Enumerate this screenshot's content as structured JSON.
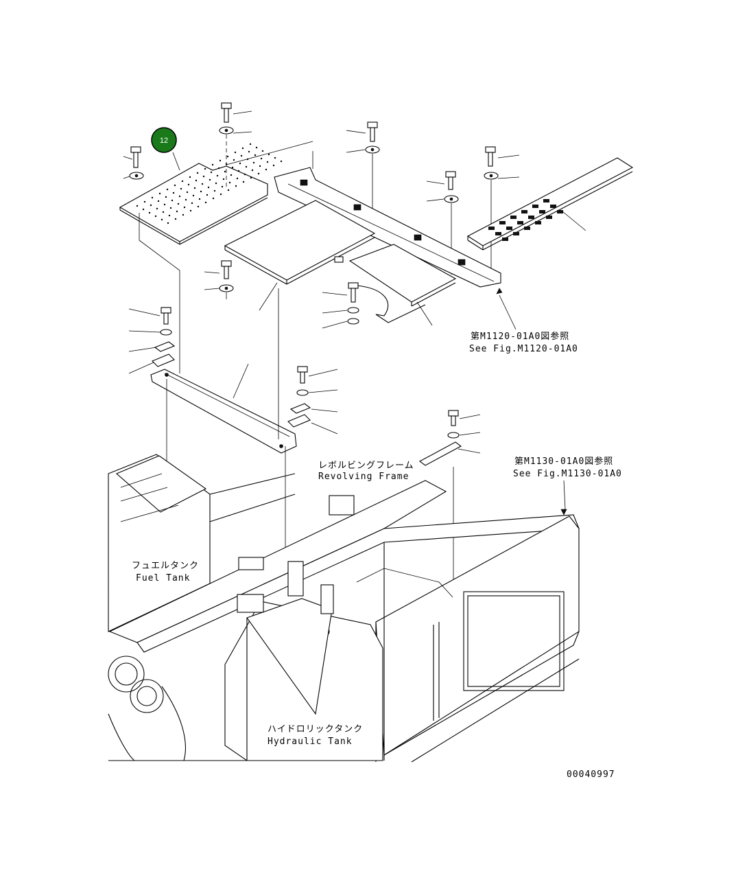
{
  "callout": {
    "number": "12",
    "color": "#1a7a1a"
  },
  "refs": {
    "ref1_jp": "第M1120-01A0図参照",
    "ref1_en": "See Fig.M1120-01A0",
    "ref2_jp": "第M1130-01A0図参照",
    "ref2_en": "See Fig.M1130-01A0"
  },
  "labels": {
    "revolving_frame_jp": "レボルビングフレーム",
    "revolving_frame_en": "Revolving Frame",
    "fuel_tank_jp": "フュエルタンク",
    "fuel_tank_en": "Fuel Tank",
    "hydraulic_tank_jp": "ハイドロリックタンク",
    "hydraulic_tank_en": "Hydraulic Tank"
  },
  "figure_id": "00040997"
}
